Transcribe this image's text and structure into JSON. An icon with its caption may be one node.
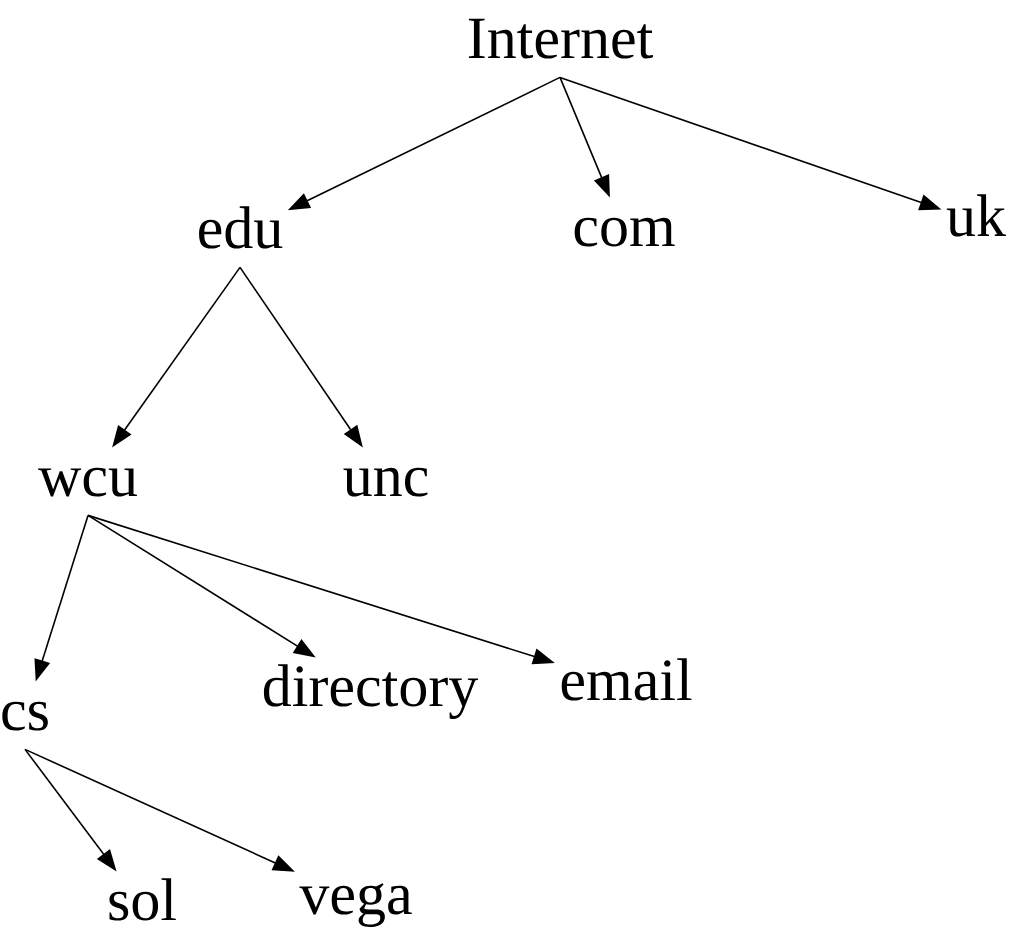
{
  "diagram": {
    "nodes": [
      {
        "text": [
          "Internet"
        ]
      },
      {
        "text": [
          "edu"
        ]
      },
      {
        "text": [
          "com"
        ]
      },
      {
        "text": [
          "uk"
        ]
      },
      {
        "text": [
          "wcu"
        ]
      },
      {
        "text": [
          "unc"
        ]
      },
      {
        "text": [
          "cs"
        ]
      },
      {
        "text": [
          "directory"
        ]
      },
      {
        "text": [
          "email"
        ]
      },
      {
        "text": [
          "sol"
        ]
      },
      {
        "text": [
          "vega"
        ]
      }
    ],
    "edges": [
      {
        "from": 0,
        "to": 1,
        "arrow": "to"
      },
      {
        "from": 0,
        "to": 2,
        "arrow": "to"
      },
      {
        "from": 0,
        "to": 3,
        "arrow": "to"
      },
      {
        "from": 1,
        "to": 4,
        "arrow": "to"
      },
      {
        "from": 1,
        "to": 5,
        "arrow": "to"
      },
      {
        "from": 4,
        "to": 6,
        "arrow": "to"
      },
      {
        "from": 4,
        "to": 7,
        "arrow": "to"
      },
      {
        "from": 4,
        "to": 8,
        "arrow": "to"
      },
      {
        "from": 6,
        "to": 9,
        "arrow": "to"
      },
      {
        "from": 6,
        "to": 10,
        "arrow": "to"
      }
    ]
  }
}
